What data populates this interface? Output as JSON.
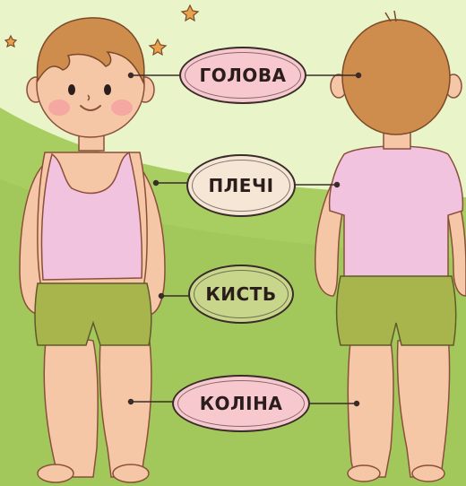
{
  "labels": {
    "head": "ГОЛОВА",
    "shoulders": "ПЛЕЧІ",
    "hand": "КИСТЬ",
    "knee": "КОЛІНА"
  },
  "colors": {
    "background_light": "#e6f2c4",
    "grass": "#a9cf62",
    "pill_pink": "#f8c8cf",
    "pill_cream": "#f6e6d6",
    "pill_green": "#c8d68c",
    "shirt": "#f2c3de",
    "shorts": "#a8b44c",
    "skin": "#f6c7a6",
    "hair": "#cf8d4d"
  }
}
